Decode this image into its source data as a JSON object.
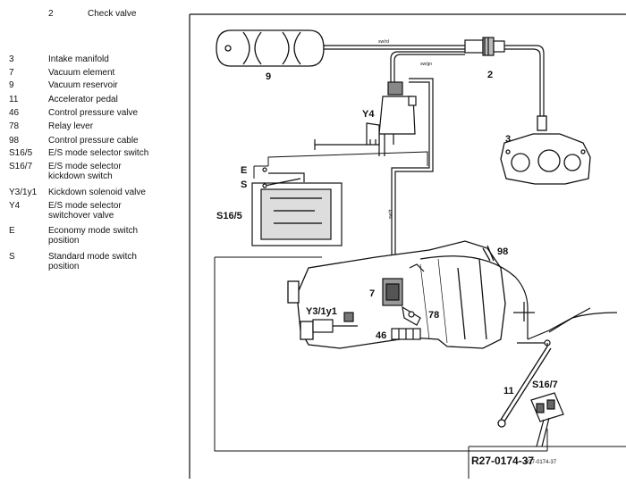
{
  "legend": [
    {
      "num": "2",
      "desc": "Check valve"
    },
    {
      "num": "3",
      "desc": "Intake manifold"
    },
    {
      "num": "7",
      "desc": "Vacuum element"
    },
    {
      "num": "9",
      "desc": "Vacuum reservoir"
    },
    {
      "num": "11",
      "desc": "Accelerator pedal"
    },
    {
      "num": "46",
      "desc": "Control pressure valve"
    },
    {
      "num": "78",
      "desc": "Relay lever"
    },
    {
      "num": "98",
      "desc": "Control pressure cable"
    },
    {
      "num": "S16/5",
      "desc": "E/S mode selector switch"
    },
    {
      "num": "S16/7",
      "desc": "E/S mode selector\nkickdown switch"
    },
    {
      "num": "Y3/1y1",
      "desc": "Kickdown solenoid valve"
    },
    {
      "num": "Y4",
      "desc": "E/S mode selector\nswitchover valve"
    },
    {
      "num": "E",
      "desc": "Economy mode switch\nposition"
    },
    {
      "num": "S",
      "desc": "Standard mode switch\nposition"
    }
  ],
  "labels": {
    "reservoir": "9",
    "check_valve": "2",
    "manifold": "3",
    "y4": "Y4",
    "e": "E",
    "s": "S",
    "s16_5": "S16/5",
    "y3": "Y3/1y1",
    "vacuum_element": "7",
    "relay_lever": "78",
    "control_valve": "46",
    "cable": "98",
    "pedal": "11",
    "s16_7": "S16/7",
    "hose_top": "sw/rd",
    "hose_mid": "sw/gn",
    "hose_vert": "sw/rt",
    "ref_number": "R27-0174-37",
    "ref_small": "R27-0174-37"
  }
}
